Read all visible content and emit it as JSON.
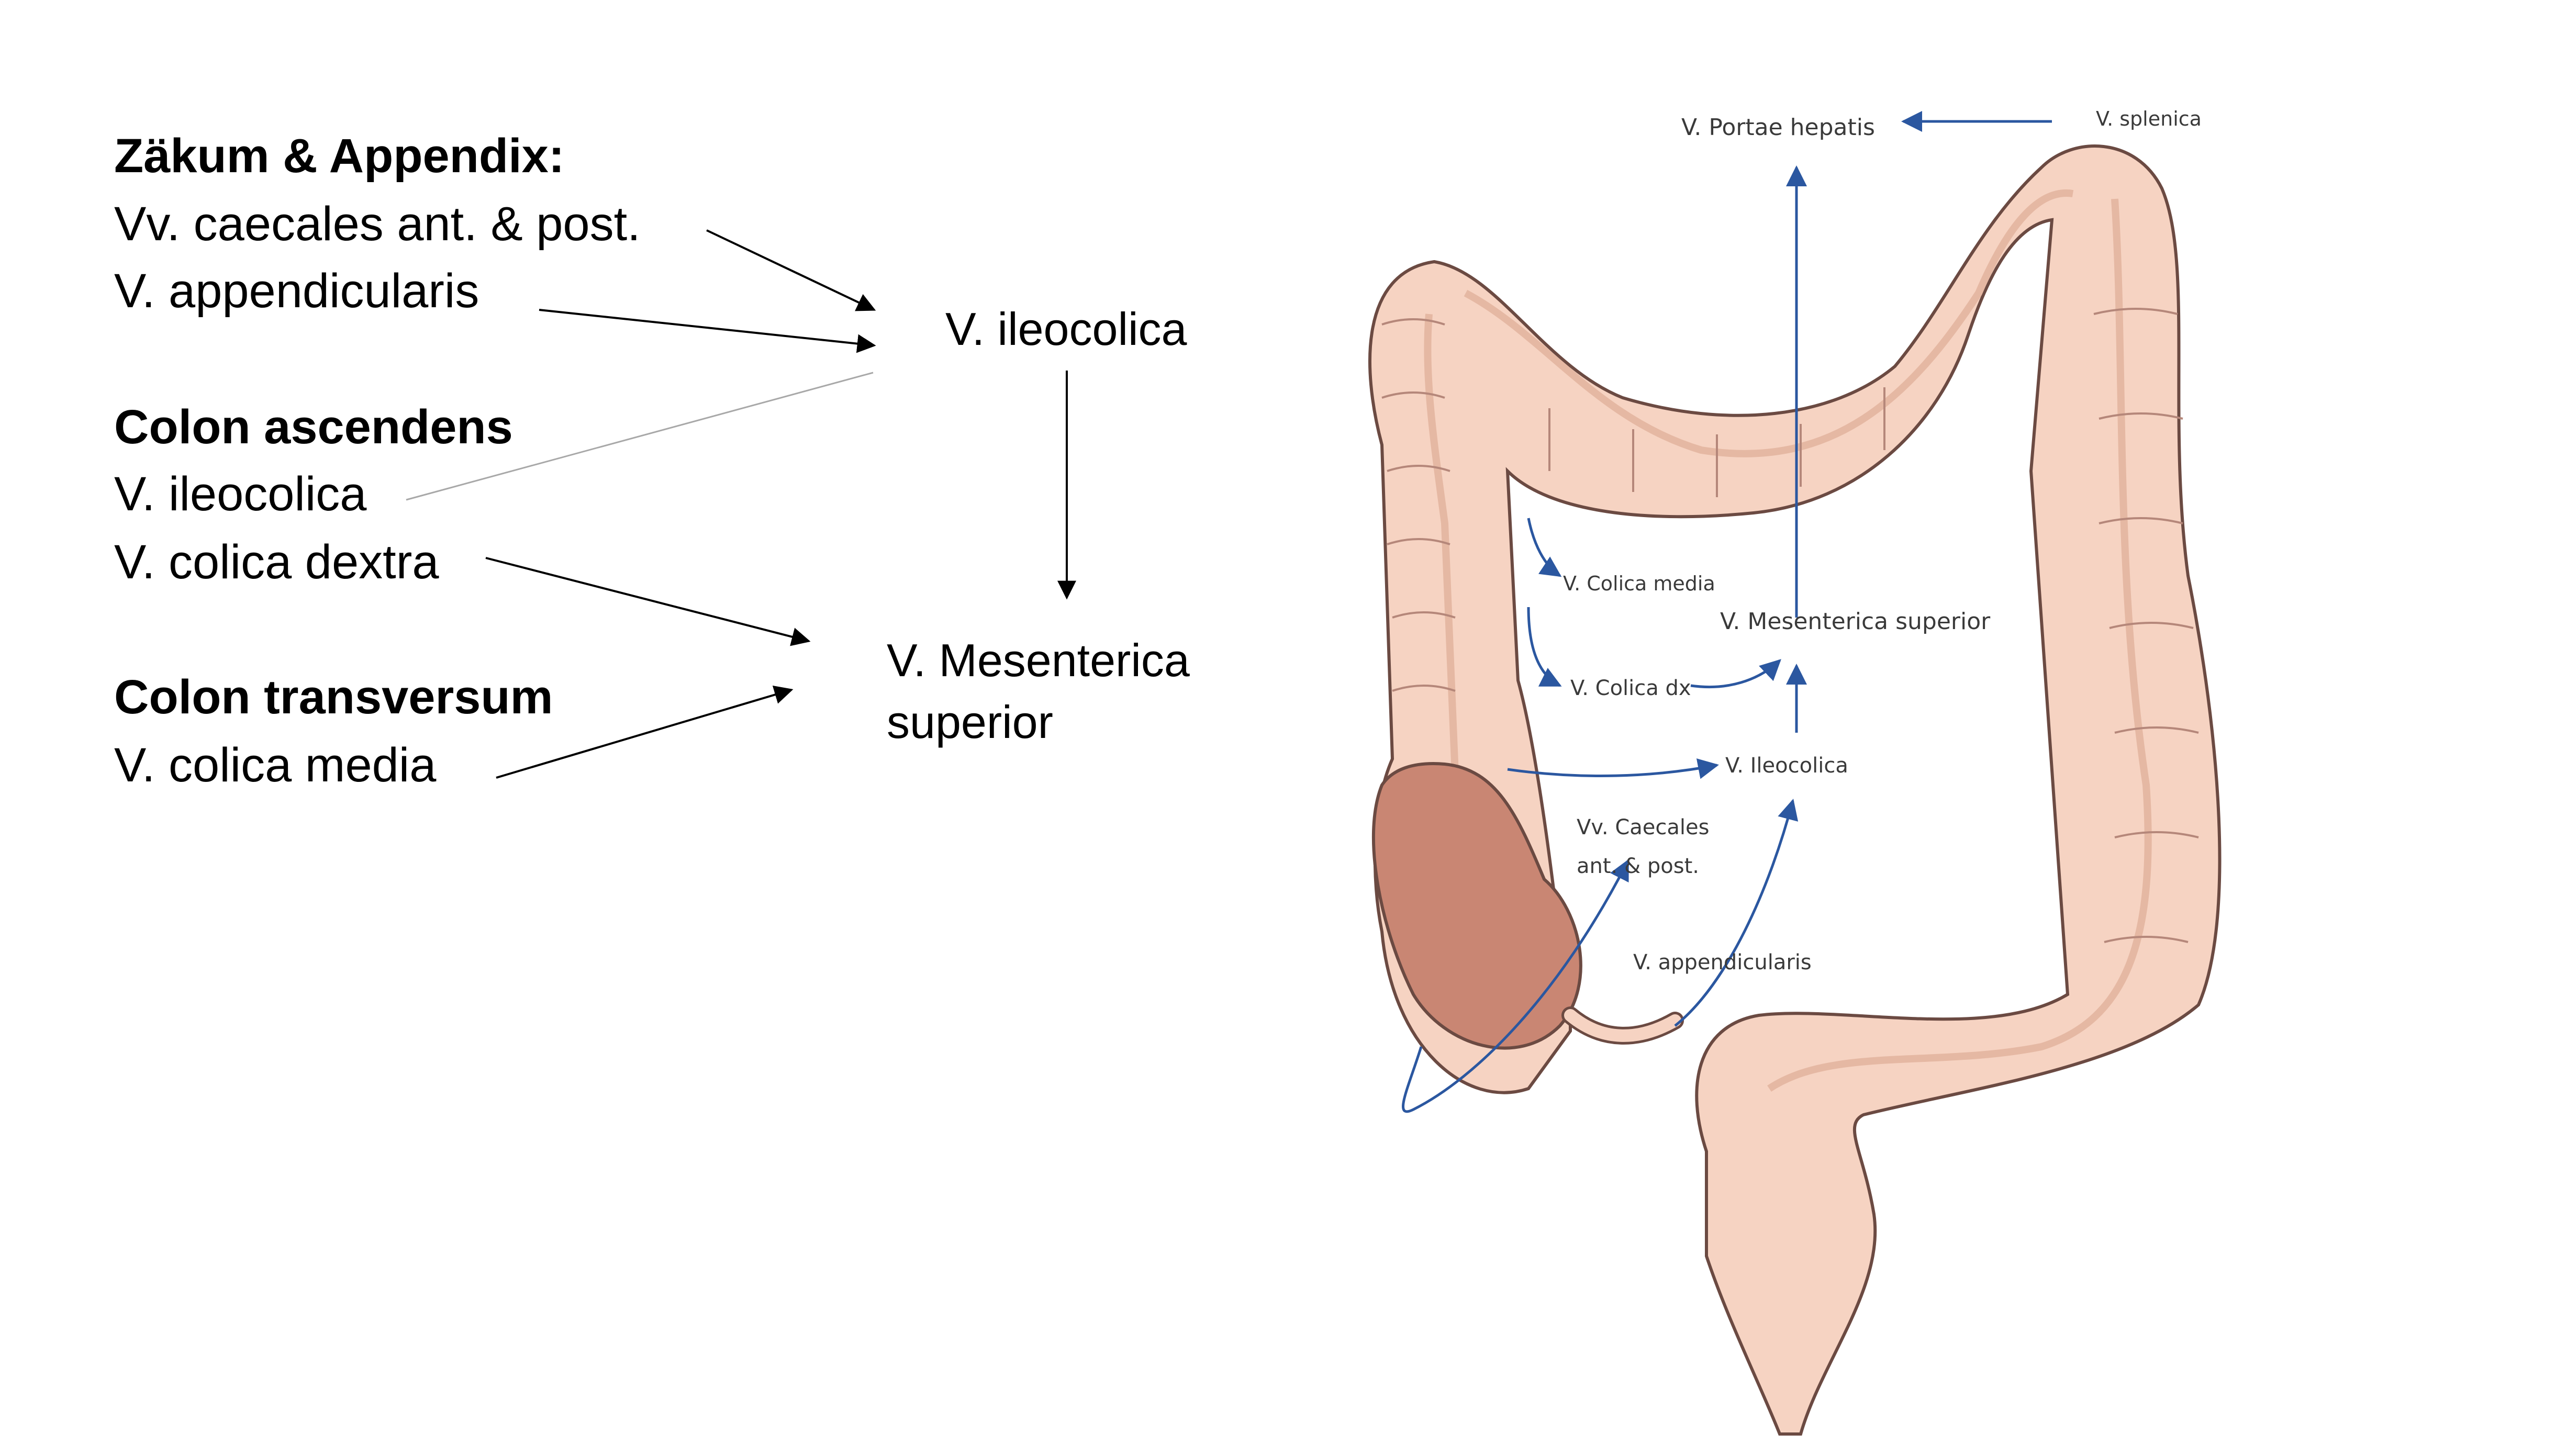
{
  "left": {
    "groups": [
      {
        "heading": "Zäkum & Appendix:",
        "items": [
          "Vv. caecales ant. & post.",
          "V. appendicularis"
        ]
      },
      {
        "heading": "Colon ascendens",
        "items": [
          "V. ileocolica",
          "V. colica dextra"
        ]
      },
      {
        "heading": "Colon transversum",
        "items": [
          "V. colica media"
        ]
      }
    ]
  },
  "middle": {
    "ileocolica": "V. ileocolica",
    "mesenterica_line1": "V. Mesenterica",
    "mesenterica_line2": "superior"
  },
  "illustration": {
    "labels": {
      "portae": "V. Portae hepatis",
      "splenica": "V. splenica",
      "colica_media": "V. Colica media",
      "mesenterica_superior": "V. Mesenterica superior",
      "colica_dx": "V. Colica dx",
      "ileocolica": "V. Ileocolica",
      "caecales_1": "Vv. Caecales",
      "caecales_2": "ant. & post.",
      "appendicularis": "V. appendicularis"
    },
    "colors": {
      "vein_arrow": "#2b57a0",
      "colon_fill": "#f6d3c2",
      "colon_outline": "#6b4a42",
      "caecum_fill": "#c98673"
    }
  }
}
